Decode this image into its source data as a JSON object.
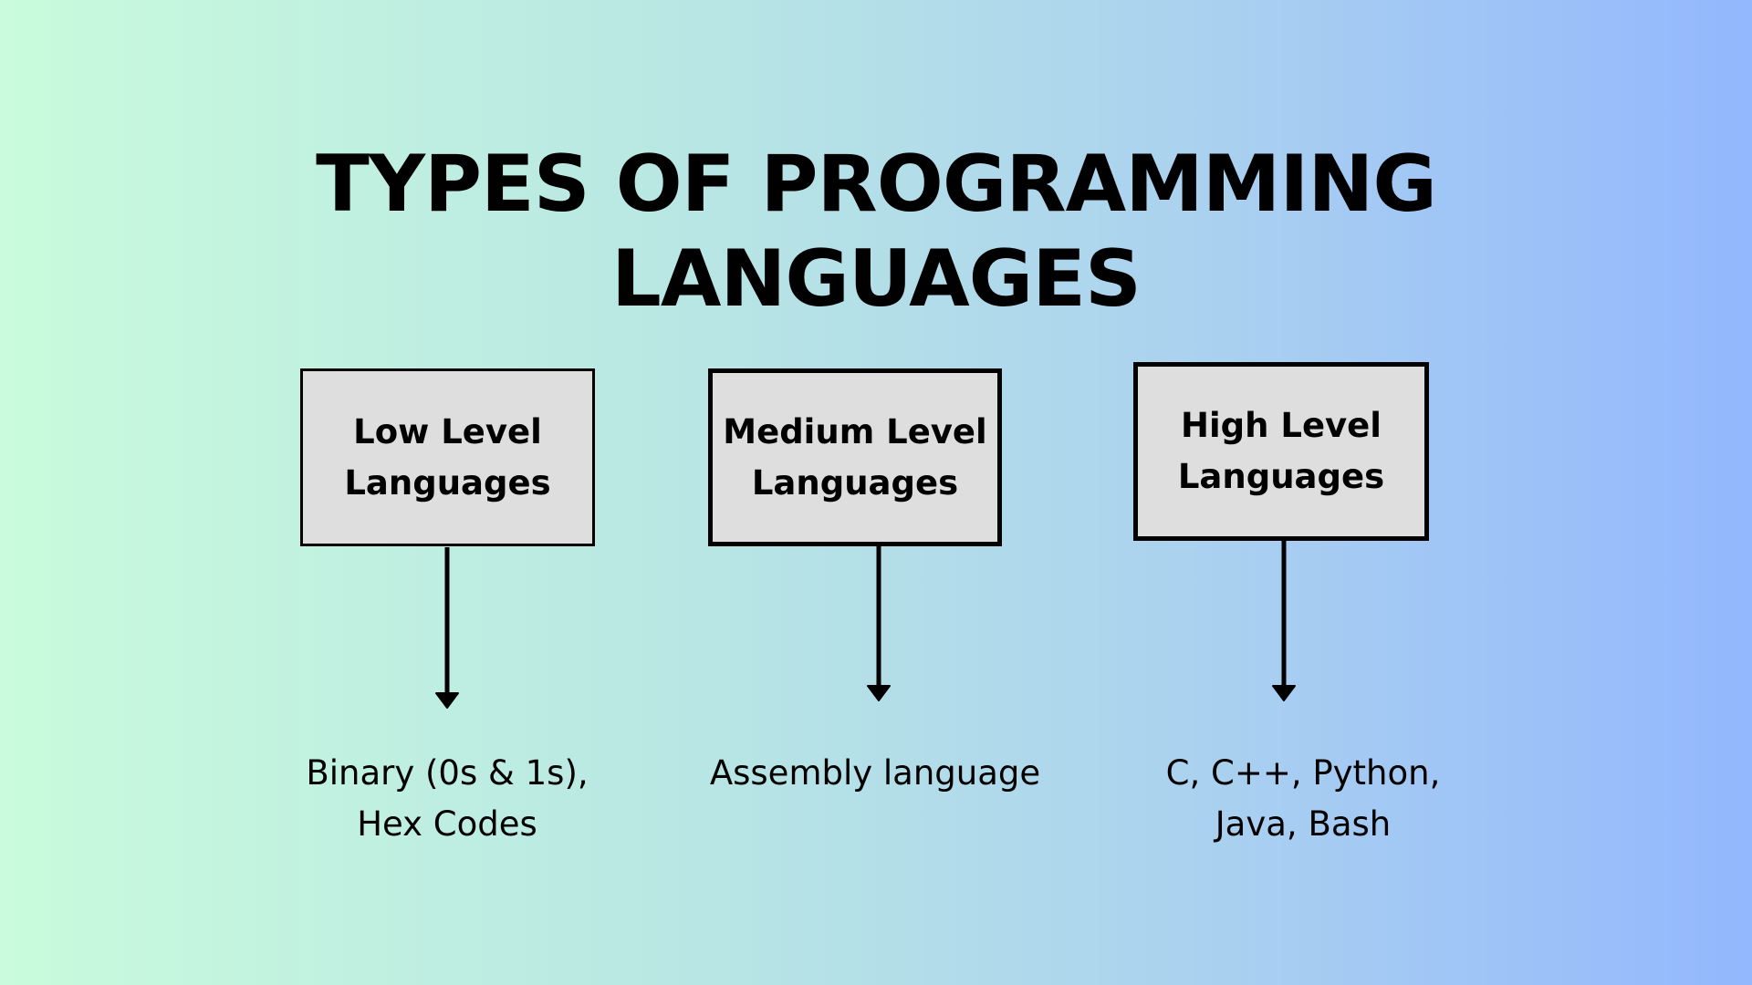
{
  "diagram": {
    "title": {
      "line1": "TYPES OF PROGRAMMING",
      "line2": "LANGUAGES"
    },
    "categories": [
      {
        "label_line1": "Low Level",
        "label_line2": "Languages",
        "desc_line1": "Binary (0s & 1s),",
        "desc_line2": "Hex Codes"
      },
      {
        "label_line1": "Medium Level",
        "label_line2": "Languages",
        "desc_line1": "Assembly language",
        "desc_line2": ""
      },
      {
        "label_line1": "High Level",
        "label_line2": "Languages",
        "desc_line1": "C, C++, Python,",
        "desc_line2": "Java, Bash"
      }
    ],
    "colors": {
      "box_fill": "#dedede",
      "stroke": "#000000",
      "gradient_start": "#c9fbdc",
      "gradient_end": "#93b7fd"
    }
  }
}
